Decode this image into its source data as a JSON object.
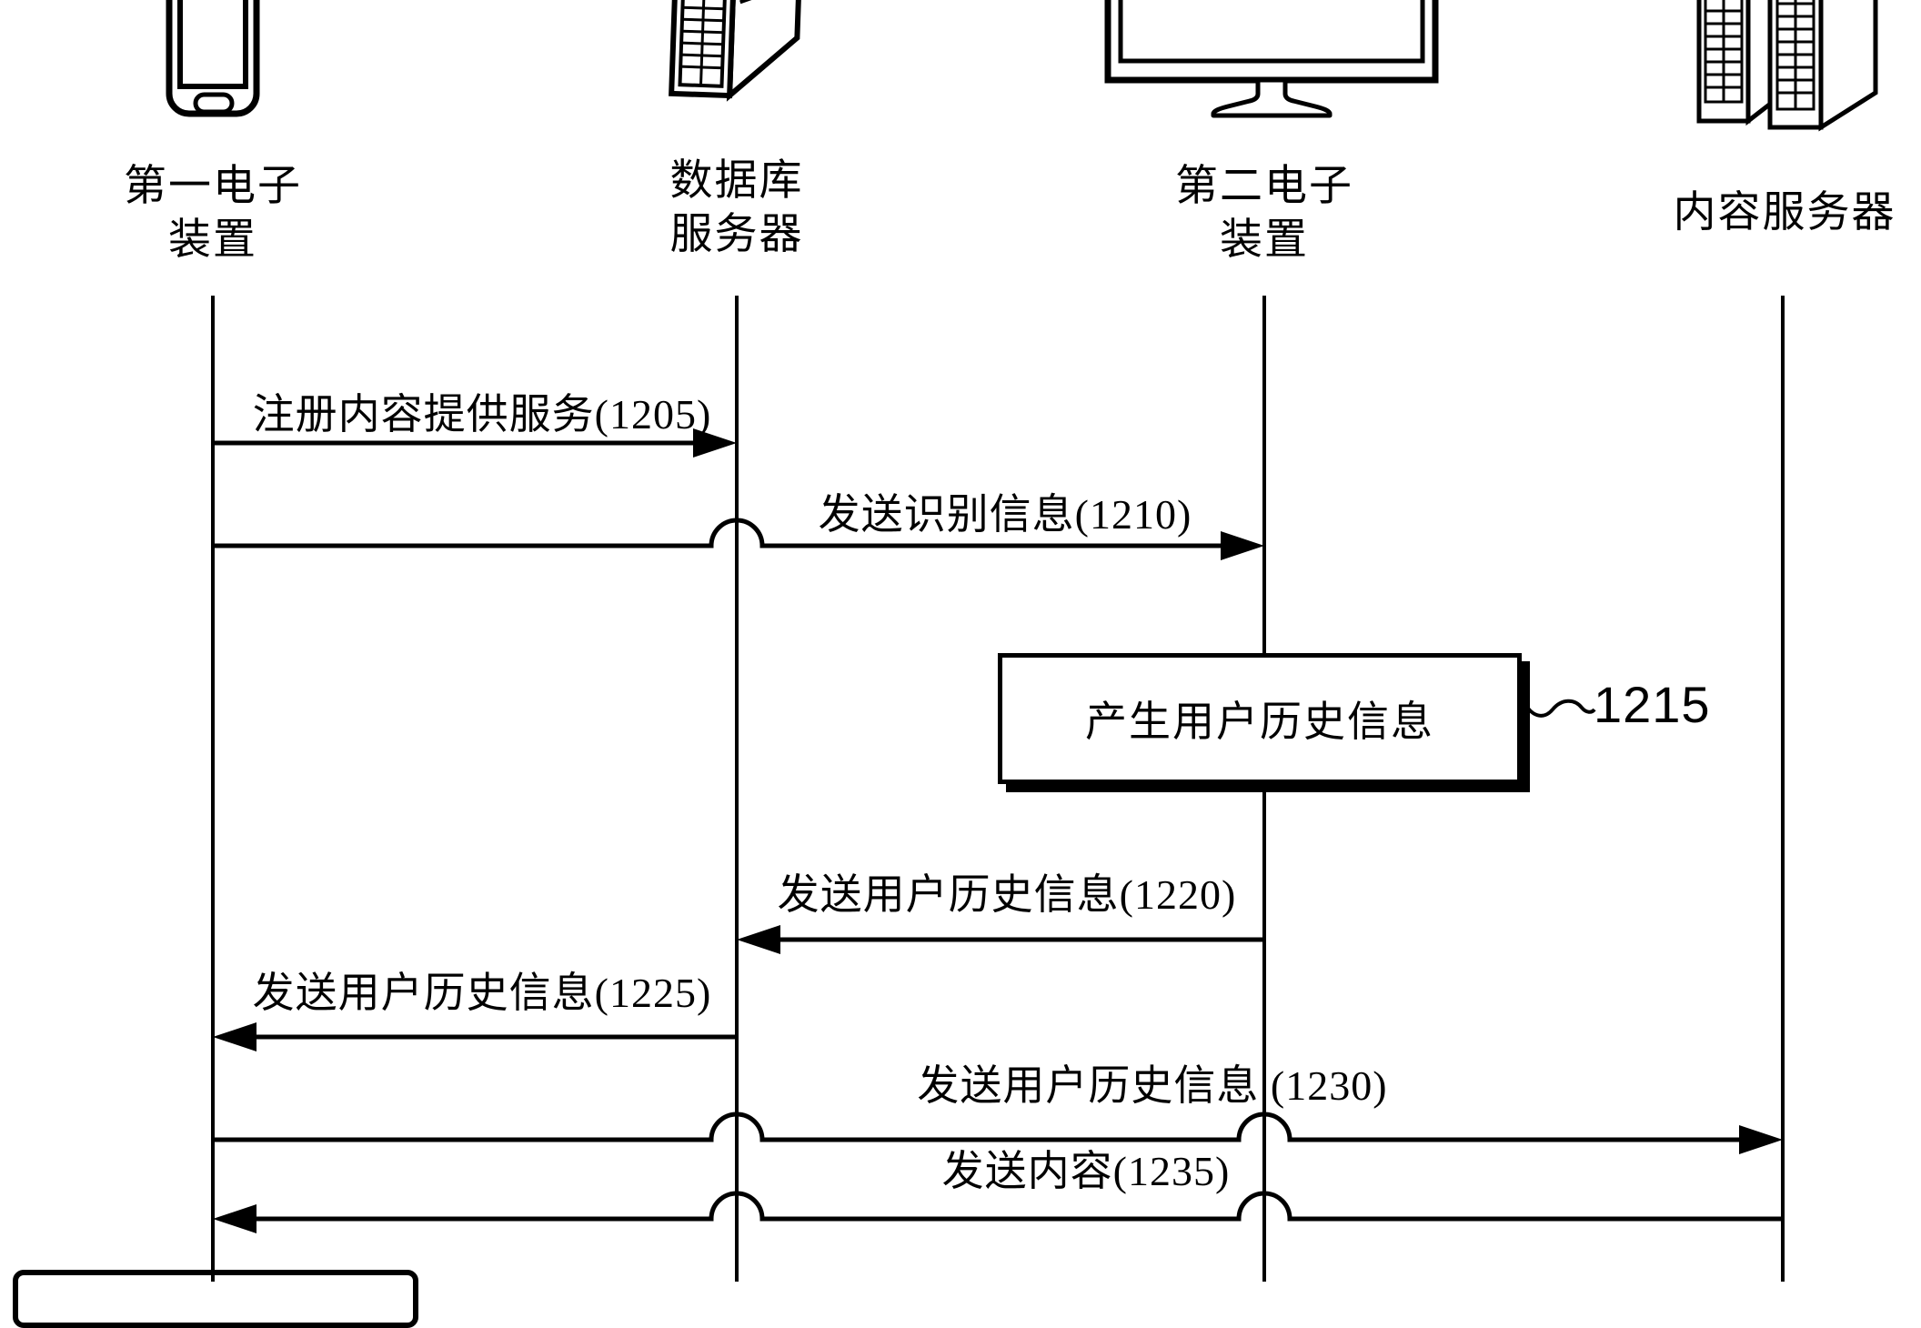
{
  "figure": {
    "type": "sequence-diagram",
    "background": "#ffffff",
    "ink": "#000000",
    "participants": [
      {
        "name": "第一电子装置",
        "icon": "smartphone-icon",
        "label_lines": [
          "第一电子",
          "装置"
        ]
      },
      {
        "name": "数据库服务器",
        "icon": "server-tower-icon",
        "label_lines": [
          "数据库",
          "服务器"
        ]
      },
      {
        "name": "第二电子装置",
        "icon": "monitor-icon",
        "label_lines": [
          "第二电子",
          "装置"
        ]
      },
      {
        "name": "内容服务器",
        "icon": "dual-server-icon",
        "label_lines": [
          "内容服务器"
        ]
      }
    ],
    "messages": [
      {
        "label": "注册内容提供服务(1205)",
        "from": "第一电子装置",
        "to": "数据库服务器",
        "direction": "right"
      },
      {
        "label": "发送识别信息(1210)",
        "from": "第一电子装置",
        "to": "第二电子装置",
        "direction": "right"
      },
      {
        "label": "发送用户历史信息(1220)",
        "from": "第二电子装置",
        "to": "数据库服务器",
        "direction": "left"
      },
      {
        "label": "发送用户历史信息(1225)",
        "from": "数据库服务器",
        "to": "第一电子装置",
        "direction": "left"
      },
      {
        "label": "发送用户历史信息 (1230)",
        "from": "第一电子装置",
        "to": "内容服务器",
        "direction": "right"
      },
      {
        "label": "发送内容(1235)",
        "from": "内容服务器",
        "to": "第一电子装置",
        "direction": "left"
      }
    ],
    "process_box": {
      "label": "产生用户历史信息",
      "ref": "1215",
      "on": "第二电子装置"
    }
  }
}
